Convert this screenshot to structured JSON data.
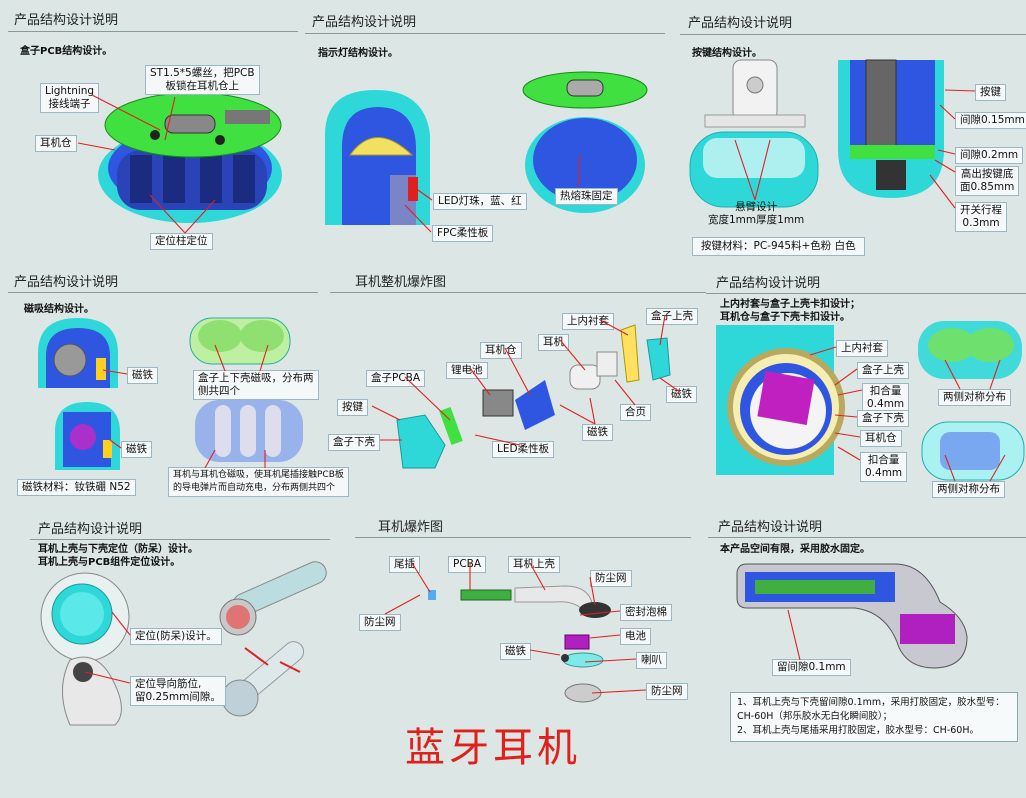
{
  "panels": {
    "p1": {
      "title": "产品结构设计说明",
      "subtitle": "盒子PCB结构设计。",
      "labels": {
        "lightning": "Lightning\n接线端子",
        "screw": "ST1.5*5螺丝，把PCB\n板锁在耳机仓上",
        "bay": "耳机仓",
        "post": "定位柱定位"
      }
    },
    "p2": {
      "title": "产品结构设计说明",
      "subtitle": "指示灯结构设计。",
      "labels": {
        "led": "LED灯珠，蓝、红",
        "fpc": "FPC柔性板",
        "hot": "热熔珠固定"
      }
    },
    "p3": {
      "title": "产品结构设计说明",
      "subtitle": "按键结构设计。",
      "labels": {
        "key": "按键",
        "gap1": "间隙0.15mm",
        "gap2": "间隙0.2mm",
        "raise": "高出按键底\n面0.85mm",
        "travel": "开关行程\n0.3mm",
        "arm": "悬臂设计\n宽度1mm厚度1mm",
        "material": "按键材料：PC-945料+色粉  白色"
      }
    },
    "p4": {
      "title": "产品结构设计说明",
      "subtitle": "磁吸结构设计。",
      "labels": {
        "mag1": "磁铁",
        "mag2": "磁铁",
        "dist": "盒子上下壳磁吸，分布两\n侧共四个",
        "charge": "耳机与耳机仓磁吸，使耳机尾插接触PCB板\n的导电弹片而自动充电，分布两侧共四个",
        "magmat": "磁铁材料：钕铁硼   N52"
      }
    },
    "p5": {
      "title": "耳机整机爆炸图",
      "labels": {
        "upper": "盒子上壳",
        "liner": "上内衬套",
        "earphone": "耳机",
        "bay": "耳机仓",
        "pcba": "盒子PCBA",
        "battery": "锂电池",
        "key": "按键",
        "lower": "盒子下壳",
        "ledfpc": "LED柔性板",
        "magnet": "磁铁",
        "hinge": "合页",
        "magnet2": "磁铁"
      }
    },
    "p6": {
      "title": "产品结构设计说明",
      "subtitle": "上内衬套与盒子上壳卡扣设计；\n耳机仓与盒子下壳卡扣设计。",
      "labels": {
        "liner": "上内衬套",
        "upper": "盒子上壳",
        "snap1": "扣合量\n0.4mm",
        "lower": "盒子下壳",
        "bay": "耳机仓",
        "snap2": "扣合量\n0.4mm",
        "sym1": "两侧对称分布",
        "sym2": "两侧对称分布"
      }
    },
    "p7": {
      "title": "产品结构设计说明",
      "subtitle": "耳机上壳与下壳定位（防呆）设计。\n耳机上壳与PCB组件定位设计。",
      "labels": {
        "locate": "定位(防呆)设计。",
        "rib": "定位导向筋位,\n留0.25mm间隙。"
      }
    },
    "p8": {
      "title": "耳机爆炸图",
      "labels": {
        "tail": "尾插",
        "pcba": "PCBA",
        "shell": "耳机上壳",
        "dust1": "防尘网",
        "dust0": "防尘网",
        "foam": "密封泡棉",
        "batt": "电池",
        "mag": "磁铁",
        "spk": "喇叭",
        "dust2": "防尘网"
      }
    },
    "p9": {
      "title": "产品结构设计说明",
      "subtitle": "本产品空间有限，采用胶水固定。",
      "labels": {
        "gap": "留间隙0.1mm",
        "note1": "1、耳机上壳与下壳留间隙0.1mm，采用打胶固定，胶水型号：",
        "note2": "CH-60H（邦乐胶水无白化瞬间胶）；",
        "note3": "2、耳机上壳与尾插采用打胶固定，胶水型号：CH-60H。"
      }
    }
  },
  "footer": {
    "title": "蓝牙耳机"
  },
  "colors": {
    "pcb": "#3fe03f",
    "shell": "#2fd8d8",
    "inner": "#2f56e0",
    "accent": "#e0201a",
    "battery": "#b020c0"
  }
}
